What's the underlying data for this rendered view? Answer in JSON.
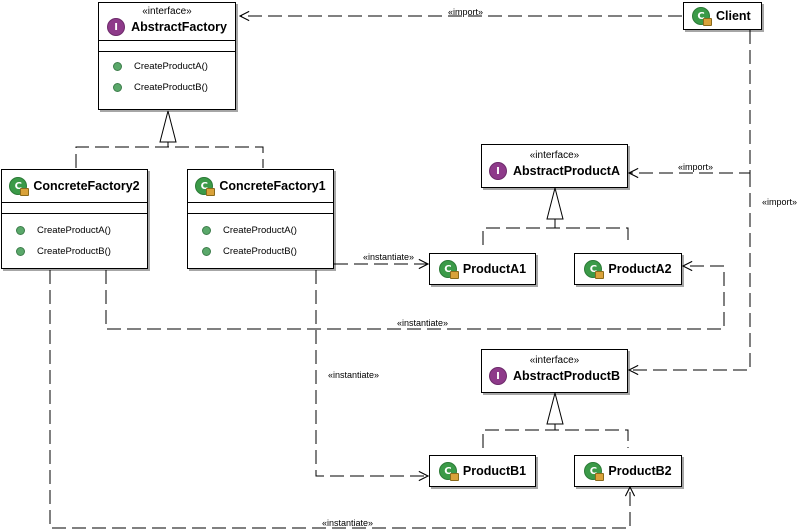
{
  "classes": {
    "abstract_factory": {
      "stereotype": "«interface»",
      "name": "AbstractFactory",
      "methods": [
        "CreateProductA()",
        "CreateProductB()"
      ]
    },
    "client": {
      "name": "Client"
    },
    "concrete_factory2": {
      "name": "ConcreteFactory2",
      "methods": [
        "CreateProductA()",
        "CreateProductB()"
      ]
    },
    "concrete_factory1": {
      "name": "ConcreteFactory1",
      "methods": [
        "CreateProductA()",
        "CreateProductB()"
      ]
    },
    "abstract_product_a": {
      "stereotype": "«interface»",
      "name": "AbstractProductA"
    },
    "product_a1": {
      "name": "ProductA1"
    },
    "product_a2": {
      "name": "ProductA2"
    },
    "abstract_product_b": {
      "stereotype": "«interface»",
      "name": "AbstractProductB"
    },
    "product_b1": {
      "name": "ProductB1"
    },
    "product_b2": {
      "name": "ProductB2"
    }
  },
  "connector_labels": {
    "client_abstract_factory": "«import»",
    "client_abstract_product_a": "«import»",
    "client_abstract_product_b": "«import»",
    "cf1_product_a1": "«instantiate»",
    "cf2_product_a2": "«instantiate»",
    "cf1_product_b1": "«instantiate»",
    "cf2_product_b2": "«instantiate»"
  },
  "icons": {
    "interface": "interface-badge-icon (I)",
    "class": "class-badge-icon (C)"
  },
  "colors": {
    "interface_badge": "#8e3a8a",
    "class_badge": "#3b9a48",
    "method_dot": "#5aa86a"
  }
}
